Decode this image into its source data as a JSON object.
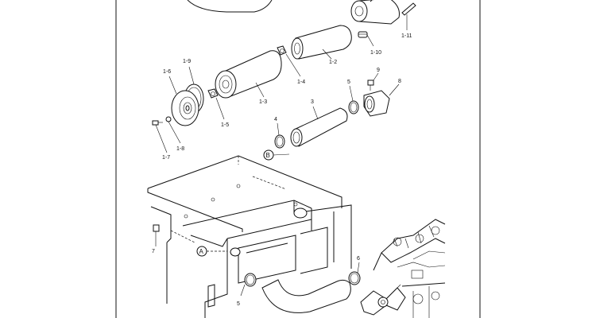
{
  "diagram": {
    "labels": {
      "p1_2": "1-2",
      "p1_3": "1-3",
      "p1_4": "1-4",
      "p1_5": "1-5",
      "p1_6": "1-6",
      "p1_7": "1-7",
      "p1_8": "1-8",
      "p1_9": "1-9",
      "p1_10": "1-10",
      "p1_11": "1-11",
      "p3": "3",
      "p4": "4",
      "p5_top": "5",
      "p5_bottom": "5",
      "p6": "6",
      "p7": "7",
      "p8": "8",
      "p9": "9"
    },
    "markers": {
      "a": "A",
      "b": "B"
    }
  }
}
